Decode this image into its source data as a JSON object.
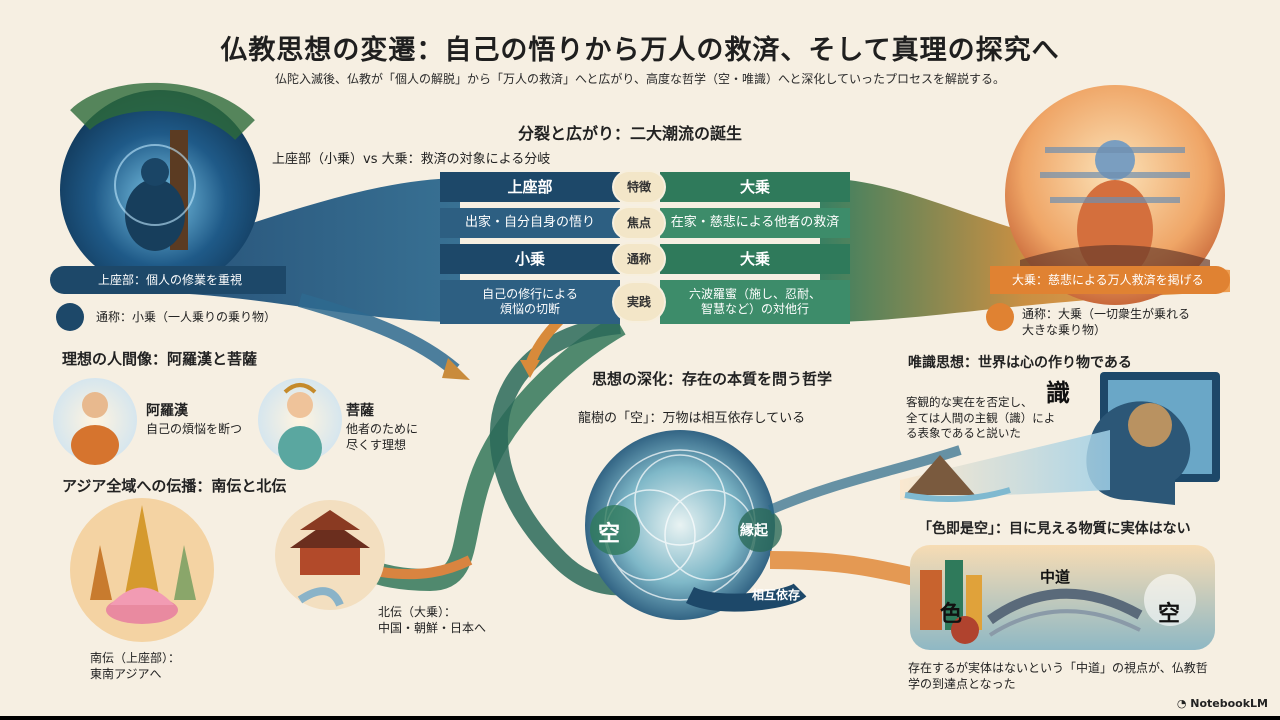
{
  "title": "仏教思想の変遷：自己の悟りから万人の救済、そして真理の探究へ",
  "subtitle": "仏陀入滅後、仏教が「個人の解脱」から「万人の救済」へと広がり、高度な哲学（空・唯識）へと深化していったプロセスを解説する。",
  "split": {
    "heading": "分裂と広がり：二大潮流の誕生",
    "subheading": "上座部（小乗）vs 大乗：救済の対象による分岐",
    "rows": [
      {
        "left": "上座部",
        "center": "特徴",
        "right": "大乗"
      },
      {
        "left": "出家・自分自身の悟り",
        "center": "焦点",
        "right": "在家・慈悲による他者の救済"
      },
      {
        "left": "小乗",
        "center": "通称",
        "right": "大乗"
      },
      {
        "left": "自己の修行による\n煩悩の切断",
        "center": "実践",
        "right": "六波羅蜜（施し、忍耐、\n智慧など）の対他行"
      }
    ]
  },
  "left_banner": "上座部：個人の修業を重視",
  "left_nickname": "通称：小乗（一人乗りの乗り物）",
  "right_banner": "大乗：慈悲による万人救済を掲げる",
  "right_nickname": "通称：大乗（一切衆生が乗れる\n大きな乗り物）",
  "ideal": {
    "heading": "理想の人間像：阿羅漢と菩薩",
    "arhat_name": "阿羅漢",
    "arhat_desc": "自己の煩悩を断つ",
    "bodhisattva_name": "菩薩",
    "bodhisattva_desc": "他者のために\n尽くす理想"
  },
  "spread": {
    "heading": "アジア全域への伝播：南伝と北伝",
    "south": "南伝（上座部）：\n東南アジアへ",
    "north": "北伝（大乗）：\n中国・朝鮮・日本へ"
  },
  "philosophy": {
    "heading": "思想の深化：存在の本質を問う哲学",
    "nagarjuna": "龍樹の「空」：万物は相互依存している",
    "ku": "空",
    "engi": "縁起",
    "sougo": "相互依存"
  },
  "yuishiki": {
    "heading": "唯識思想：世界は心の作り物である",
    "kanji": "識",
    "desc": "客観的な実在を否定し、\n全ては人間の主観（識）によ\nる表象であると説いた"
  },
  "shikisoku": {
    "heading": "「色即是空」：目に見える物質に実体はない",
    "shiki": "色",
    "chudo": "中道",
    "ku": "空",
    "conclusion": "存在するが実体はないという「中道」の視点が、仏教哲\n学の到達点となった"
  },
  "logo": "NotebookLM",
  "colors": {
    "theravada_blue": "#1d4869",
    "mahayana_green": "#2f7a5b",
    "mahayana_orange": "#e08232",
    "background": "#f6efe2"
  }
}
